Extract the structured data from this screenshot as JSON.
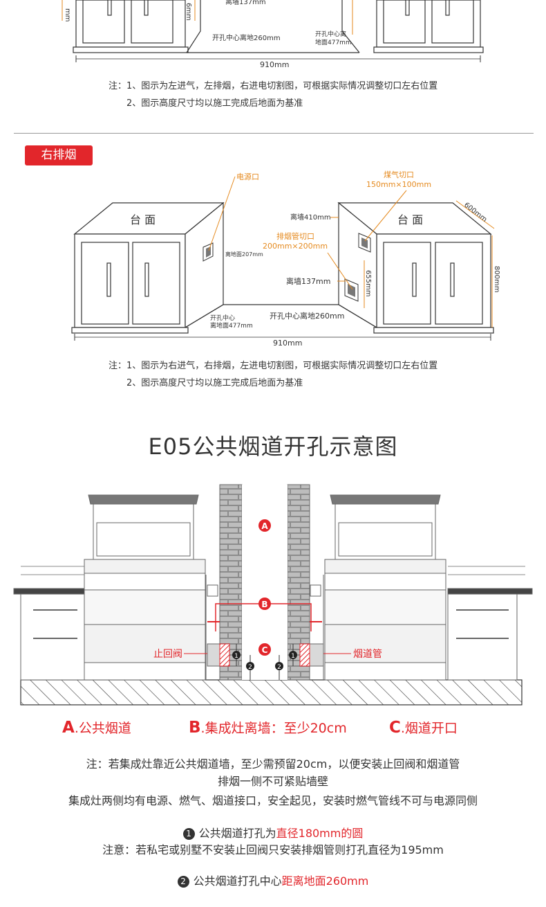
{
  "top": {
    "label_wall137": "离墙137mm",
    "label_center260": "开孔中心离地260mm",
    "label_center477": "开孔中心离地面477mm",
    "label_center477_l1": "开孔中心离",
    "label_center477_l2": "地面477mm",
    "width": "910mm",
    "side_mm": "mm",
    "side_6": "6mm",
    "note1": "注：1、图示为左进气，左排烟，右进电切割图，可根据实际情况调整切口左右位置",
    "note2": "2、图示高度尺寸均以施工完成后地面为基准"
  },
  "right_section": {
    "tag": "右排烟",
    "power_port": "电源口",
    "gas_cut_l1": "煤气切口",
    "gas_cut_l2": "150mm×100mm",
    "countertop": "台  面",
    "dim600": "600mm",
    "wall410": "离墙410mm",
    "exhaust_cut_l1": "排烟管切口",
    "exhaust_cut_l2": "200mm×200mm",
    "ground207": "离地面207mm",
    "wall137": "离墙137mm",
    "h655": "655mm",
    "h800": "800mm",
    "center_l1": "开孔中心",
    "center_l2": "离地面477mm",
    "center260": "开孔中心离地260mm",
    "width": "910mm",
    "note1": "注：1、图示为右进气，右排烟，左进电切割图，可根据实际情况调整切口左右位置",
    "note2": "2、图示高度尺寸均以施工完成后地面为基准"
  },
  "e05": {
    "title": "E05公共烟道开孔示意图",
    "marker_a": "A",
    "marker_b": "B",
    "marker_c": "C",
    "num1": "1",
    "num2": "2",
    "check_valve": "止回阀",
    "flue_pipe": "烟道管",
    "legend_a_letter": "A",
    "legend_a_text": ".公共烟道",
    "legend_b_letter": "B",
    "legend_b_text": ".集成灶离墙：至少20cm",
    "legend_c_letter": "C",
    "legend_c_text": ".烟道开口",
    "note1": "注：若集成灶靠近公共烟道墙，至少需预留20cm，以便安装止回阀和烟道管",
    "note2": "排烟一侧不可紧贴墙壁",
    "note3": "集成灶两侧均有电源、燃气、烟道接口，安全起见，安装时燃气管线不可与电源同侧",
    "item1_num": "1",
    "item1_text": "公共烟道打孔为",
    "item1_red": "直径180mm的圆",
    "item1_note": "注意：若私宅或别墅不安装止回阀只安装排烟管则打孔直径为195mm",
    "item2_num": "2",
    "item2_text": "公共烟道打孔中心",
    "item2_red": "距离地面260mm"
  },
  "colors": {
    "accent_red": "#e2262b",
    "line": "#333333",
    "orange_dim": "#e58a1f",
    "brick": "#8c8c8c"
  }
}
